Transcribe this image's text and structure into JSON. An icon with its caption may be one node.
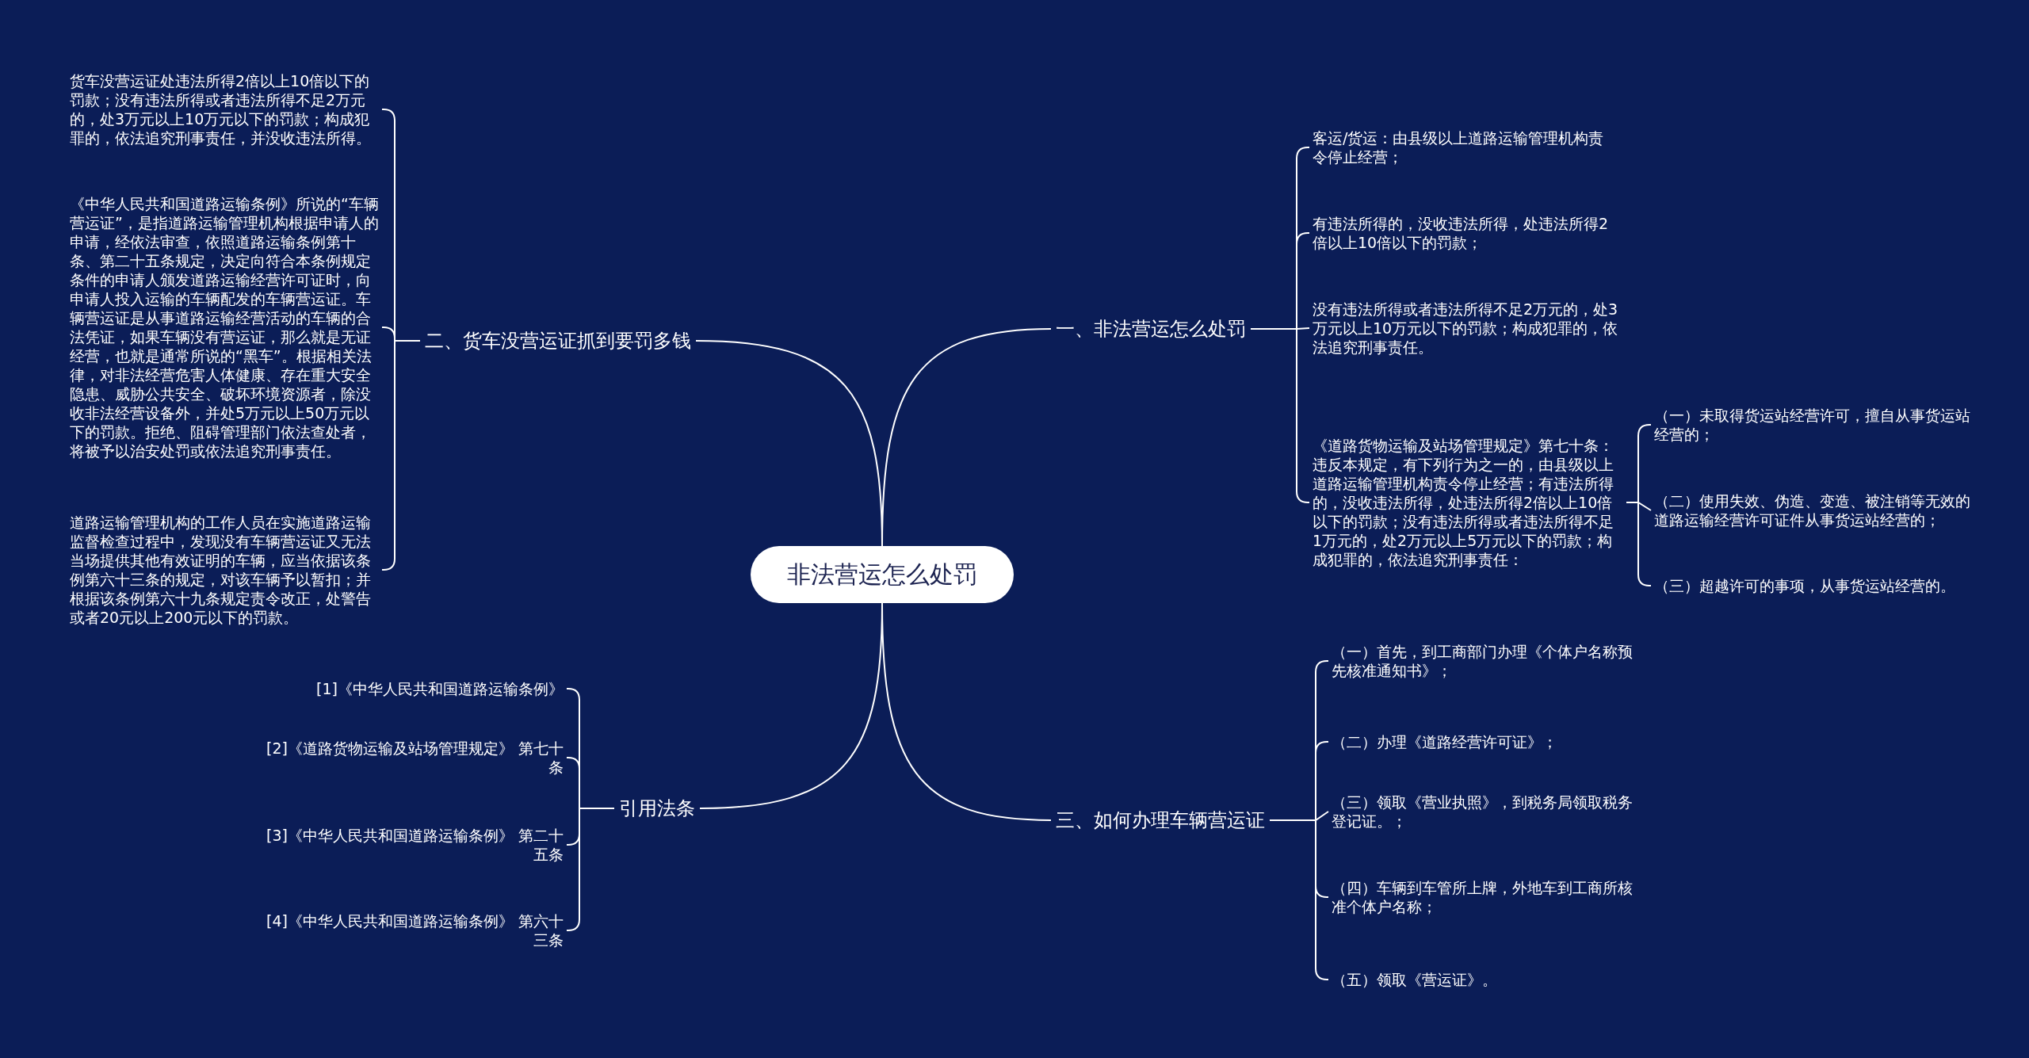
{
  "diagram": {
    "nodes": [
      {
        "text": [
          "非法营运怎么处罚"
        ]
      },
      {
        "text": [
          "一、非法营运怎么处罚"
        ]
      },
      {
        "text": [
          "客运/货运：由县级以上道路运输管理机构责令停止经营；"
        ]
      },
      {
        "text": [
          "有违法所得的，没收违法所得，处违法所得2倍以上10倍以下的罚款；"
        ]
      },
      {
        "text": [
          "没有违法所得或者违法所得不足2万元的，处3万元以上10万元以下的罚款；构成犯罪的，依法追究刑事责任。"
        ]
      },
      {
        "text": [
          "《道路货物运输及站场管理规定》第七十条：违反本规定，有下列行为之一的，由县级以上道路运输管理机构责令停止经营；有违法所得的，没收违法所得，处违法所得2倍以上10倍以下的罚款；没有违法所得或者违法所得不足1万元的，处2万元以上5万元以下的罚款；构成犯罪的，依法追究刑事责任："
        ]
      },
      {
        "text": [
          "（一）未取得货运站经营许可，擅自从事货运站经营的；"
        ]
      },
      {
        "text": [
          "（二）使用失效、伪造、变造、被注销等无效的道路运输经营许可证件从事货运站经营的；"
        ]
      },
      {
        "text": [
          "（三）超越许可的事项，从事货运站经营的。"
        ]
      },
      {
        "text": [
          "二、货车没营运证抓到要罚多钱"
        ]
      },
      {
        "text": [
          "货车没营运证处违法所得2倍以上10倍以下的罚款；没有违法所得或者违法所得不足2万元的，处3万元以上10万元以下的罚款；构成犯罪的，依法追究刑事责任，并没收违法所得。"
        ]
      },
      {
        "text": [
          "《中华人民共和国道路运输条例》所说的“车辆营运证”，是指道路运输管理机构根据申请人的申请，经依法审查，依照道路运输条例第十条、第二十五条规定，决定向符合本条例规定条件的申请人颁发道路运输经营许可证时，向申请人投入运输的车辆配发的车辆营运证。车辆营运证是从事道路运输经营活动的车辆的合法凭证，如果车辆没有营运证，那么就是无证经营，也就是通常所说的“黑车”。根据相关法律，对非法经营危害人体健康、存在重大安全隐患、威胁公共安全、破坏环境资源者，除没收非法经营设备外，并处5万元以上50万元以下的罚款。拒绝、阻碍管理部门依法查处者，将被予以治安处罚或依法追究刑事责任。"
        ]
      },
      {
        "text": [
          "道路运输管理机构的工作人员在实施道路运输监督检查过程中，发现没有车辆营运证又无法当场提供其他有效证明的车辆，应当依据该条例第六十三条的规定，对该车辆予以暂扣；并根据该条例第六十九条规定责令改正，处警告或者20元以上200元以下的罚款。"
        ]
      },
      {
        "text": [
          "引用法条"
        ]
      },
      {
        "text": [
          "[1]《中华人民共和国道路运输条例》"
        ]
      },
      {
        "text": [
          "[2]《道路货物运输及站场管理规定》 第七十条"
        ]
      },
      {
        "text": [
          "[3]《中华人民共和国道路运输条例》 第二十五条"
        ]
      },
      {
        "text": [
          "[4]《中华人民共和国道路运输条例》 第六十三条"
        ]
      },
      {
        "text": [
          "三、如何办理车辆营运证"
        ]
      },
      {
        "text": [
          "（一）首先，到工商部门办理《个体户名称预先核准通知书》；"
        ]
      },
      {
        "text": [
          "（二）办理《道路经营许可证》；"
        ]
      },
      {
        "text": [
          "（三）领取《营业执照》，到税务局领取税务登记证。；"
        ]
      },
      {
        "text": [
          "（四）车辆到车管所上牌，外地车到工商所核准个体户名称；"
        ]
      },
      {
        "text": [
          "（五）领取《营运证》。"
        ]
      }
    ],
    "edges": [
      {
        "from": 0,
        "to": 1,
        "arrow": "none"
      },
      {
        "from": 1,
        "to": 2,
        "arrow": "none"
      },
      {
        "from": 1,
        "to": 3,
        "arrow": "none"
      },
      {
        "from": 1,
        "to": 4,
        "arrow": "none"
      },
      {
        "from": 1,
        "to": 5,
        "arrow": "none"
      },
      {
        "from": 5,
        "to": 6,
        "arrow": "none"
      },
      {
        "from": 5,
        "to": 7,
        "arrow": "none"
      },
      {
        "from": 5,
        "to": 8,
        "arrow": "none"
      },
      {
        "from": 0,
        "to": 9,
        "arrow": "none"
      },
      {
        "from": 9,
        "to": 10,
        "arrow": "none"
      },
      {
        "from": 9,
        "to": 11,
        "arrow": "none"
      },
      {
        "from": 9,
        "to": 12,
        "arrow": "none"
      },
      {
        "from": 0,
        "to": 13,
        "arrow": "none"
      },
      {
        "from": 13,
        "to": 14,
        "arrow": "none"
      },
      {
        "from": 13,
        "to": 15,
        "arrow": "none"
      },
      {
        "from": 13,
        "to": 16,
        "arrow": "none"
      },
      {
        "from": 13,
        "to": 17,
        "arrow": "none"
      },
      {
        "from": 0,
        "to": 18,
        "arrow": "none"
      },
      {
        "from": 18,
        "to": 19,
        "arrow": "none"
      },
      {
        "from": 18,
        "to": 20,
        "arrow": "none"
      },
      {
        "from": 18,
        "to": 21,
        "arrow": "none"
      },
      {
        "from": 18,
        "to": 22,
        "arrow": "none"
      },
      {
        "from": 18,
        "to": 23,
        "arrow": "none"
      }
    ]
  }
}
